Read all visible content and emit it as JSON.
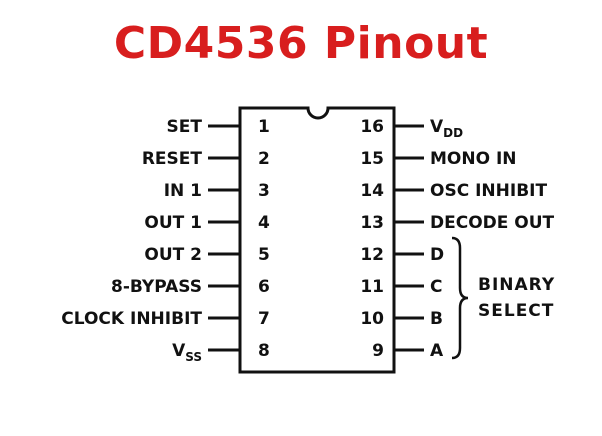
{
  "title": "CD4536 Pinout",
  "colors": {
    "title": "#d81e1e",
    "ink": "#111111"
  },
  "left_pins": [
    {
      "num": "1",
      "label": "SET"
    },
    {
      "num": "2",
      "label": "RESET"
    },
    {
      "num": "3",
      "label": "IN 1"
    },
    {
      "num": "4",
      "label": "OUT 1"
    },
    {
      "num": "5",
      "label": "OUT 2"
    },
    {
      "num": "6",
      "label": "8-BYPASS"
    },
    {
      "num": "7",
      "label": "CLOCK INHIBIT"
    },
    {
      "num": "8",
      "label": "V",
      "sub": "SS"
    }
  ],
  "right_pins": [
    {
      "num": "16",
      "label": "V",
      "sub": "DD"
    },
    {
      "num": "15",
      "label": "MONO IN"
    },
    {
      "num": "14",
      "label": "OSC INHIBIT"
    },
    {
      "num": "13",
      "label": "DECODE OUT"
    },
    {
      "num": "12",
      "label": "D"
    },
    {
      "num": "11",
      "label": "C"
    },
    {
      "num": "10",
      "label": "B"
    },
    {
      "num": "9",
      "label": "A"
    }
  ],
  "group": {
    "line1": "BINARY",
    "line2": "SELECT"
  }
}
